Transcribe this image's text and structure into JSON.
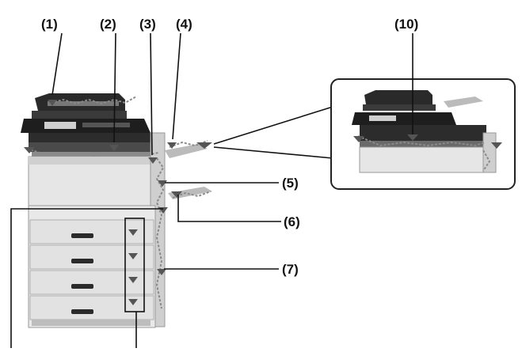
{
  "callouts": {
    "c1": "(1)",
    "c2": "(2)",
    "c3": "(3)",
    "c4": "(4)",
    "c5": "(5)",
    "c6": "(6)",
    "c7": "(7)",
    "c10": "(10)"
  },
  "colors": {
    "line": "#111111",
    "body_light": "#e6e6e6",
    "body_mid": "#bdbdbd",
    "body_dark": "#2a2a2a",
    "marker": "#555555",
    "inset_border": "#222222"
  }
}
